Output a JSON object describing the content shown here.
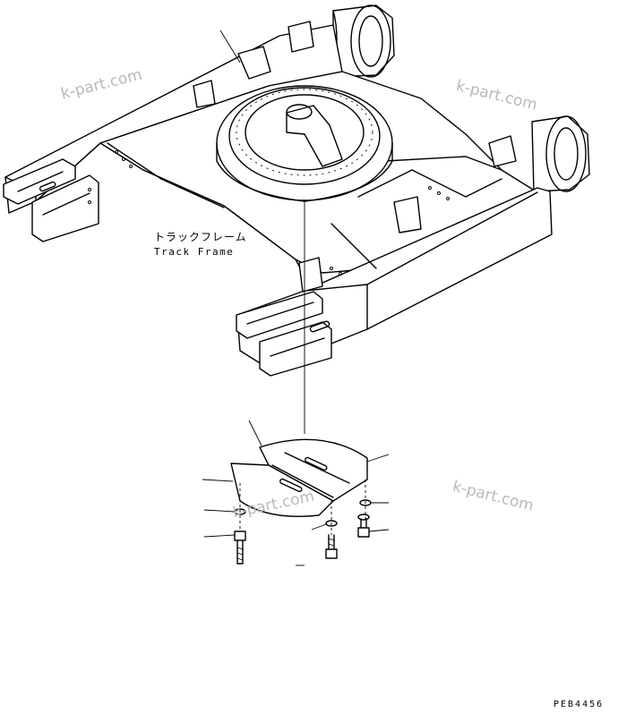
{
  "labels": {
    "frame_jp": "トラックフレーム",
    "frame_en": "Track Frame",
    "drawing_code": "PEB4456"
  },
  "watermark": "k-part.com",
  "colors": {
    "line": "#000000",
    "watermark": "#b8b8b8",
    "background": "#ffffff"
  }
}
